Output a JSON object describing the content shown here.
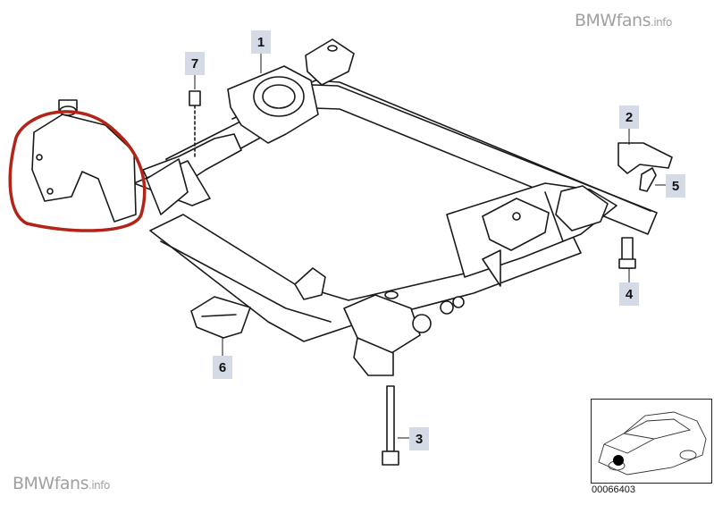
{
  "watermark": {
    "top": {
      "brand": "BMWfans",
      "suffix": ".info"
    },
    "bottom": {
      "brand": "BMWfans",
      "suffix": ".info"
    }
  },
  "callouts": [
    {
      "id": "1",
      "part": "front-axle-carrier"
    },
    {
      "id": "2",
      "part": "mounting-bracket"
    },
    {
      "id": "3",
      "part": "long-hex-bolt"
    },
    {
      "id": "4",
      "part": "hex-bolt"
    },
    {
      "id": "5",
      "part": "bolt-with-washer"
    },
    {
      "id": "6",
      "part": "engine-mount-support"
    },
    {
      "id": "7",
      "part": "self-locking-nut"
    }
  ],
  "diagram_id": "00066403",
  "colors": {
    "line": "#1a1a1a",
    "callout_bg": "#d4dbe6",
    "highlight": "#b22418",
    "marker": "#000000"
  }
}
